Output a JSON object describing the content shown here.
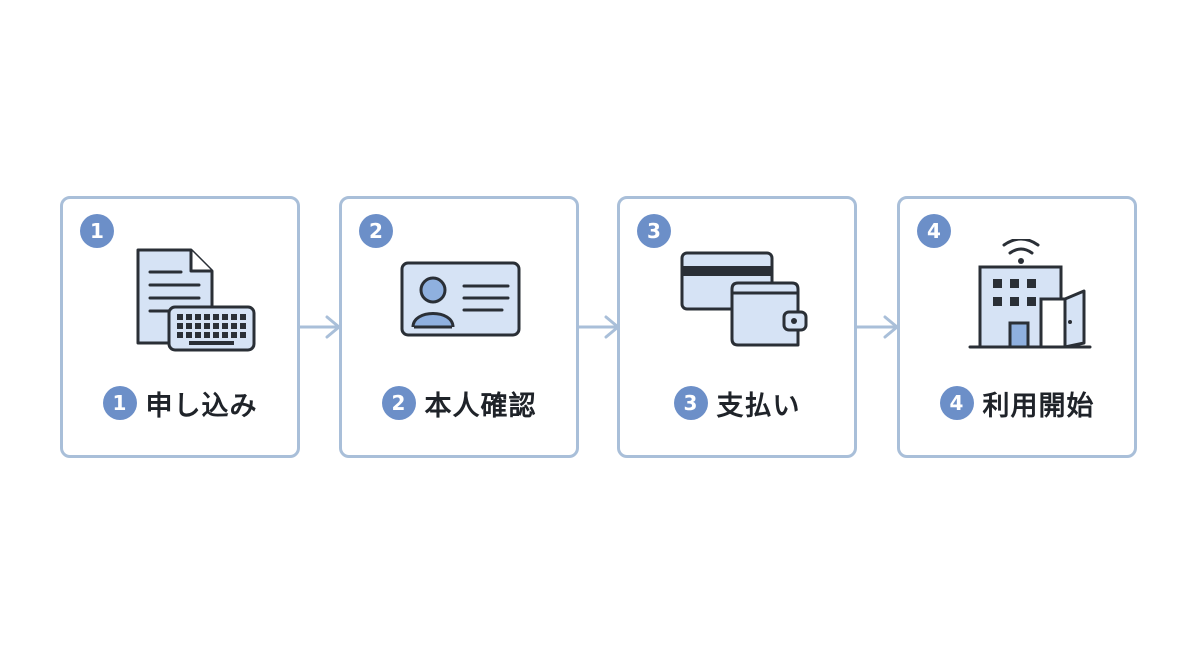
{
  "steps": [
    {
      "number": "1",
      "label": "申し込み",
      "icon": "document-keyboard-icon"
    },
    {
      "number": "2",
      "label": "本人確認",
      "icon": "id-card-icon"
    },
    {
      "number": "3",
      "label": "支払い",
      "icon": "card-wallet-icon"
    },
    {
      "number": "4",
      "label": "利用開始",
      "icon": "building-door-wifi-icon"
    }
  ],
  "colors": {
    "border": "#a9bfd9",
    "badge": "#6c8fc8",
    "icon_fill": "#d6e3f5",
    "icon_accent": "#8fb0df",
    "stroke": "#2a2f36",
    "arrow": "#a9bfd9",
    "text": "#1f2329"
  }
}
